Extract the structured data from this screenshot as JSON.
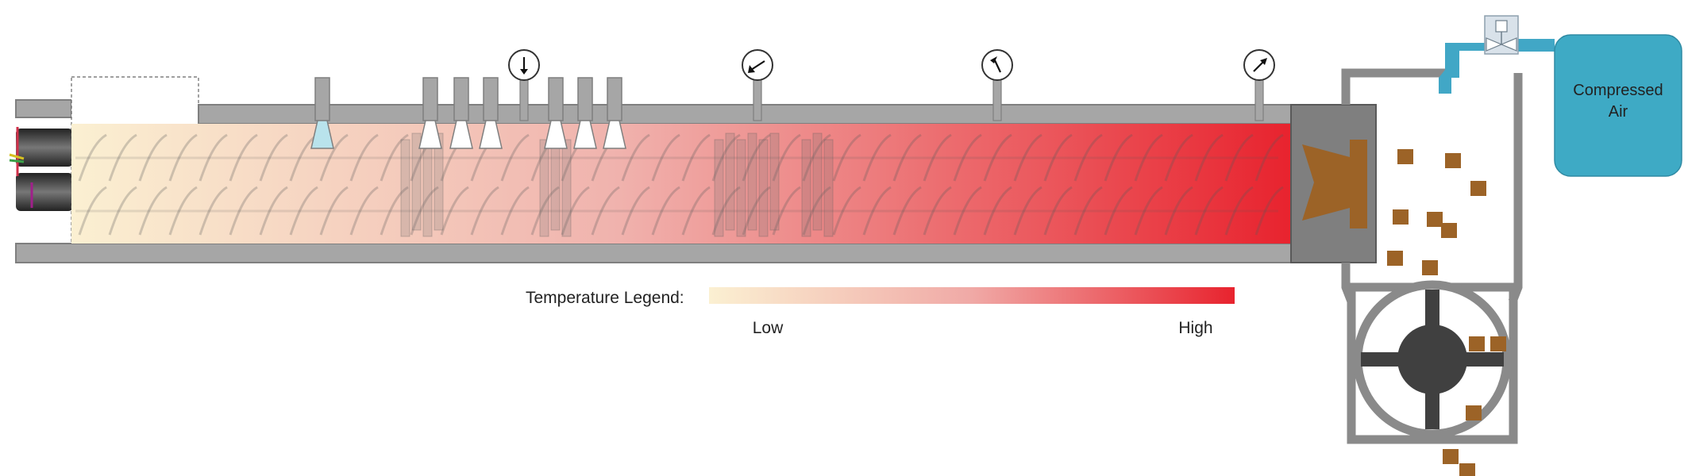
{
  "legend": {
    "label": "Temperature Legend:",
    "low_label": "Low",
    "high_label": "High"
  },
  "tank": {
    "label_line1": "Compressed",
    "label_line2": "Air"
  },
  "colors": {
    "barrel_gray": "#a6a6a6",
    "barrel_outline": "#7f7f7f",
    "heat_low": "#fbf0d2",
    "heat_high": "#e8232e",
    "pipe_cyan": "#41a7c6",
    "tank_fill": "#3eaac5",
    "pellet_brown": "#9c6327",
    "cutter_dark": "#404040",
    "injector_blue": "#b9e3ec"
  },
  "icons": {
    "pressure_gauge": "gauge-icon",
    "valve": "valve-icon",
    "feed_port": "funnel-icon",
    "pellet": "pellet-icon"
  }
}
